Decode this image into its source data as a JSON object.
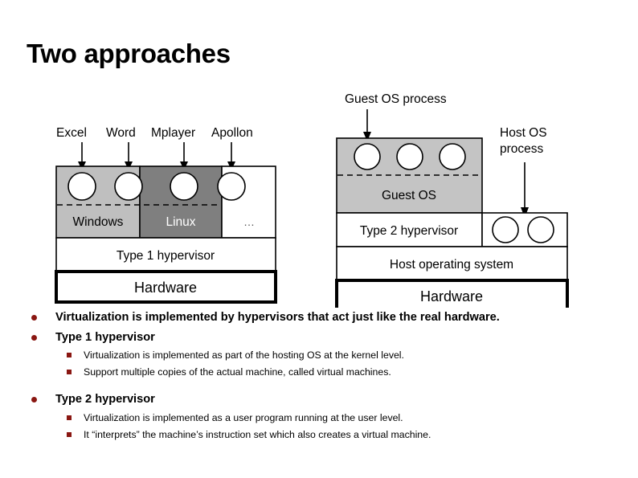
{
  "slide": {
    "title": "Two approaches"
  },
  "diagram_left": {
    "name": "type-1-hypervisor-diagram",
    "process_labels": [
      "Excel",
      "Word",
      "Mplayer",
      "Apollon"
    ],
    "guest_os_boxes": [
      {
        "label": "Windows",
        "fill": "#bfbfbf",
        "text_color": "#000000"
      },
      {
        "label": "Linux",
        "fill": "#7f7f7f",
        "text_color": "#ffffff"
      },
      {
        "label": "…",
        "fill": "#ffffff",
        "text_color": "#555555"
      }
    ],
    "hypervisor_label": "Type 1 hypervisor",
    "hardware_label": "Hardware"
  },
  "diagram_right": {
    "name": "type-2-hypervisor-diagram",
    "guest_process_label": "Guest OS process",
    "host_process_label_line1": "Host OS",
    "host_process_label_line2": "process",
    "guest_os_label": "Guest OS",
    "hypervisor_label": "Type 2 hypervisor",
    "host_os_label": "Host operating system",
    "hardware_label": "Hardware",
    "guest_fill": "#c4c4c4"
  },
  "bullets": {
    "accent_color": "#8a1712",
    "items": [
      {
        "level": 1,
        "text": "Virtualization is implemented by hypervisors that act just like the real hardware."
      },
      {
        "level": 1,
        "text": "Type 1 hypervisor"
      },
      {
        "level": 2,
        "text": "Virtualization is implemented as part of the hosting OS at the kernel level."
      },
      {
        "level": 2,
        "text": "Support multiple copies of the actual machine, called virtual machines."
      },
      {
        "level": 1,
        "text": "Type 2 hypervisor"
      },
      {
        "level": 2,
        "text": "Virtualization is implemented as a user program running at the user level."
      },
      {
        "level": 2,
        "text": "It “interprets” the machine’s instruction set which also creates a virtual machine."
      }
    ]
  }
}
